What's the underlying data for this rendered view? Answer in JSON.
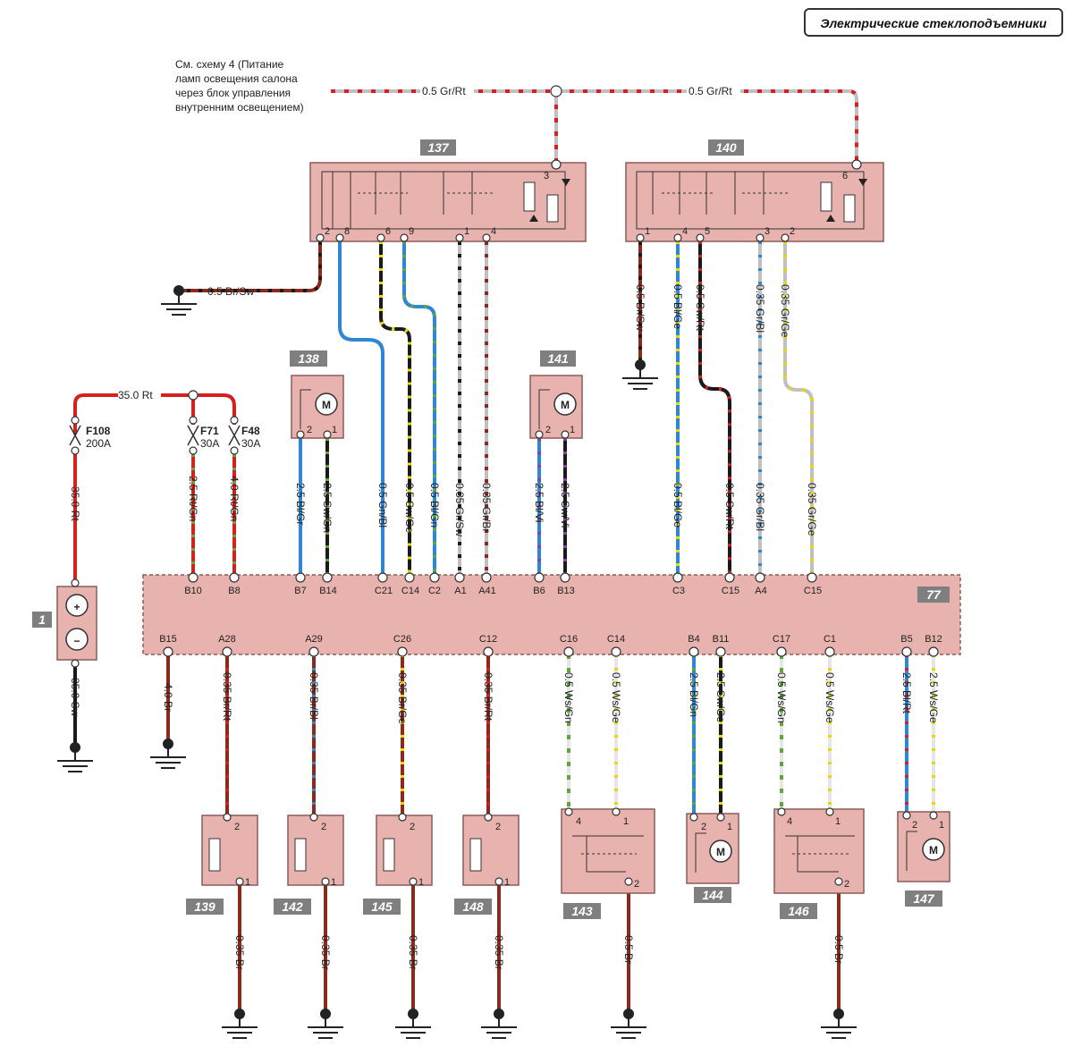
{
  "title": "Электрические стеклоподъемники",
  "note": [
    "См. схему 4 (Питание",
    "ламп освещения салона",
    "через блок управления",
    "внутренним освещением)"
  ],
  "top_wire_label": "0.5 Gr/Rt",
  "components": {
    "c137": "137",
    "c140": "140",
    "c138": "138",
    "c141": "141",
    "c1": "1",
    "c77": "77",
    "c139": "139",
    "c142": "142",
    "c145": "145",
    "c148": "148",
    "c143": "143",
    "c144": "144",
    "c146": "146",
    "c147": "147"
  },
  "fuses": [
    {
      "id": "F108",
      "rating": "200A"
    },
    {
      "id": "F71",
      "rating": "30A"
    },
    {
      "id": "F48",
      "rating": "30A"
    }
  ],
  "labels": {
    "bus_35": "35.0 Rt",
    "wire_35rt": "35.0 Rt",
    "wire_35sw": "35.0 Sw",
    "ground_137": "0.5 Br/Sw",
    "w_b10": "2.5 Rt/Gn",
    "w_b8": "4.0 Rt/Gn",
    "w_b7": "2.5 Bl/Gr",
    "w_b14": "2.5 Sw/Gn",
    "w_c21": "0.5 Gn/Bl",
    "w_c14": "0.5 Sw/Ge",
    "w_c2": "0.5 Bl/Gn",
    "w_a1": "0.35 Gr/Sw",
    "w_a41": "0.35 Gr/Br",
    "w_b6": "2.5 Bl/Vi",
    "w_b13": "2.5 Sw/Vi",
    "w_c3": "0.5 Bl/Ge",
    "w_c15": "0.5 Sw/Rt",
    "w_a4": "0.35 Gr/Bl",
    "w_c15b": "0.35 Gr/Ge",
    "w140_1": "0.5 Br/Sw",
    "w140_4": "0.5 Bl/Ge",
    "w140_5": "0.5 Sw/Rt",
    "w140_3": "0.35 Gr/Bl",
    "w140_2": "0.35 Gr/Ge",
    "w_b15": "4.0 Br",
    "w_a28": "0.35 Br/Rt",
    "w_a29": "0.35 Br/Bl",
    "w_c26": "0.35 Br/Ge",
    "w_c12": "0.35 Br/Rt",
    "w_c16": "0.5 Ws/Gn",
    "w_c14b": "0.5 Ws/Ge",
    "w_b4": "2.5 Bl/Gn",
    "w_b11": "2.5 Sw/Ge",
    "w_c17": "0.5 Ws/Gn",
    "w_c1": "0.5 Ws/Ge",
    "w_b5": "2.5 Bl/Rt",
    "w_b12": "2.5 Ws/Ge",
    "g_br035": "0.35 Br",
    "g_br05": "0.5 Br"
  },
  "pins_top": [
    "B10",
    "B8",
    "B7",
    "B14",
    "C21",
    "C14",
    "C2",
    "A1",
    "A41",
    "B6",
    "B13",
    "C3",
    "C15",
    "A4",
    "C15"
  ],
  "pins_bottom": [
    "B15",
    "A28",
    "A29",
    "C26",
    "C12",
    "C16",
    "C14",
    "B4",
    "B11",
    "C17",
    "C1",
    "B5",
    "B12"
  ],
  "pins_137": [
    "2",
    "8",
    "6",
    "9",
    "1",
    "4",
    "3"
  ],
  "pins_140": [
    "1",
    "4",
    "5",
    "3",
    "2",
    "6"
  ],
  "pins_motor": [
    "2",
    "1"
  ],
  "pins_switch": [
    "2",
    "1"
  ],
  "pins_multi": [
    "4",
    "1",
    "2"
  ],
  "motor_letter": "M",
  "battery": {
    "plus": "+",
    "minus": "−"
  },
  "colors": {
    "block_fill": "#e8b3ae",
    "block_stroke": "#8a5c58",
    "badge": "#7f7f7f",
    "red": "#d62020",
    "brown": "#8b2a1c",
    "blue": "#2f86d4",
    "black": "#1a1a1a",
    "grey": "#b9b9b9",
    "white": "#eeeeee",
    "green": "#63a53c",
    "yellow": "#e8d900"
  }
}
